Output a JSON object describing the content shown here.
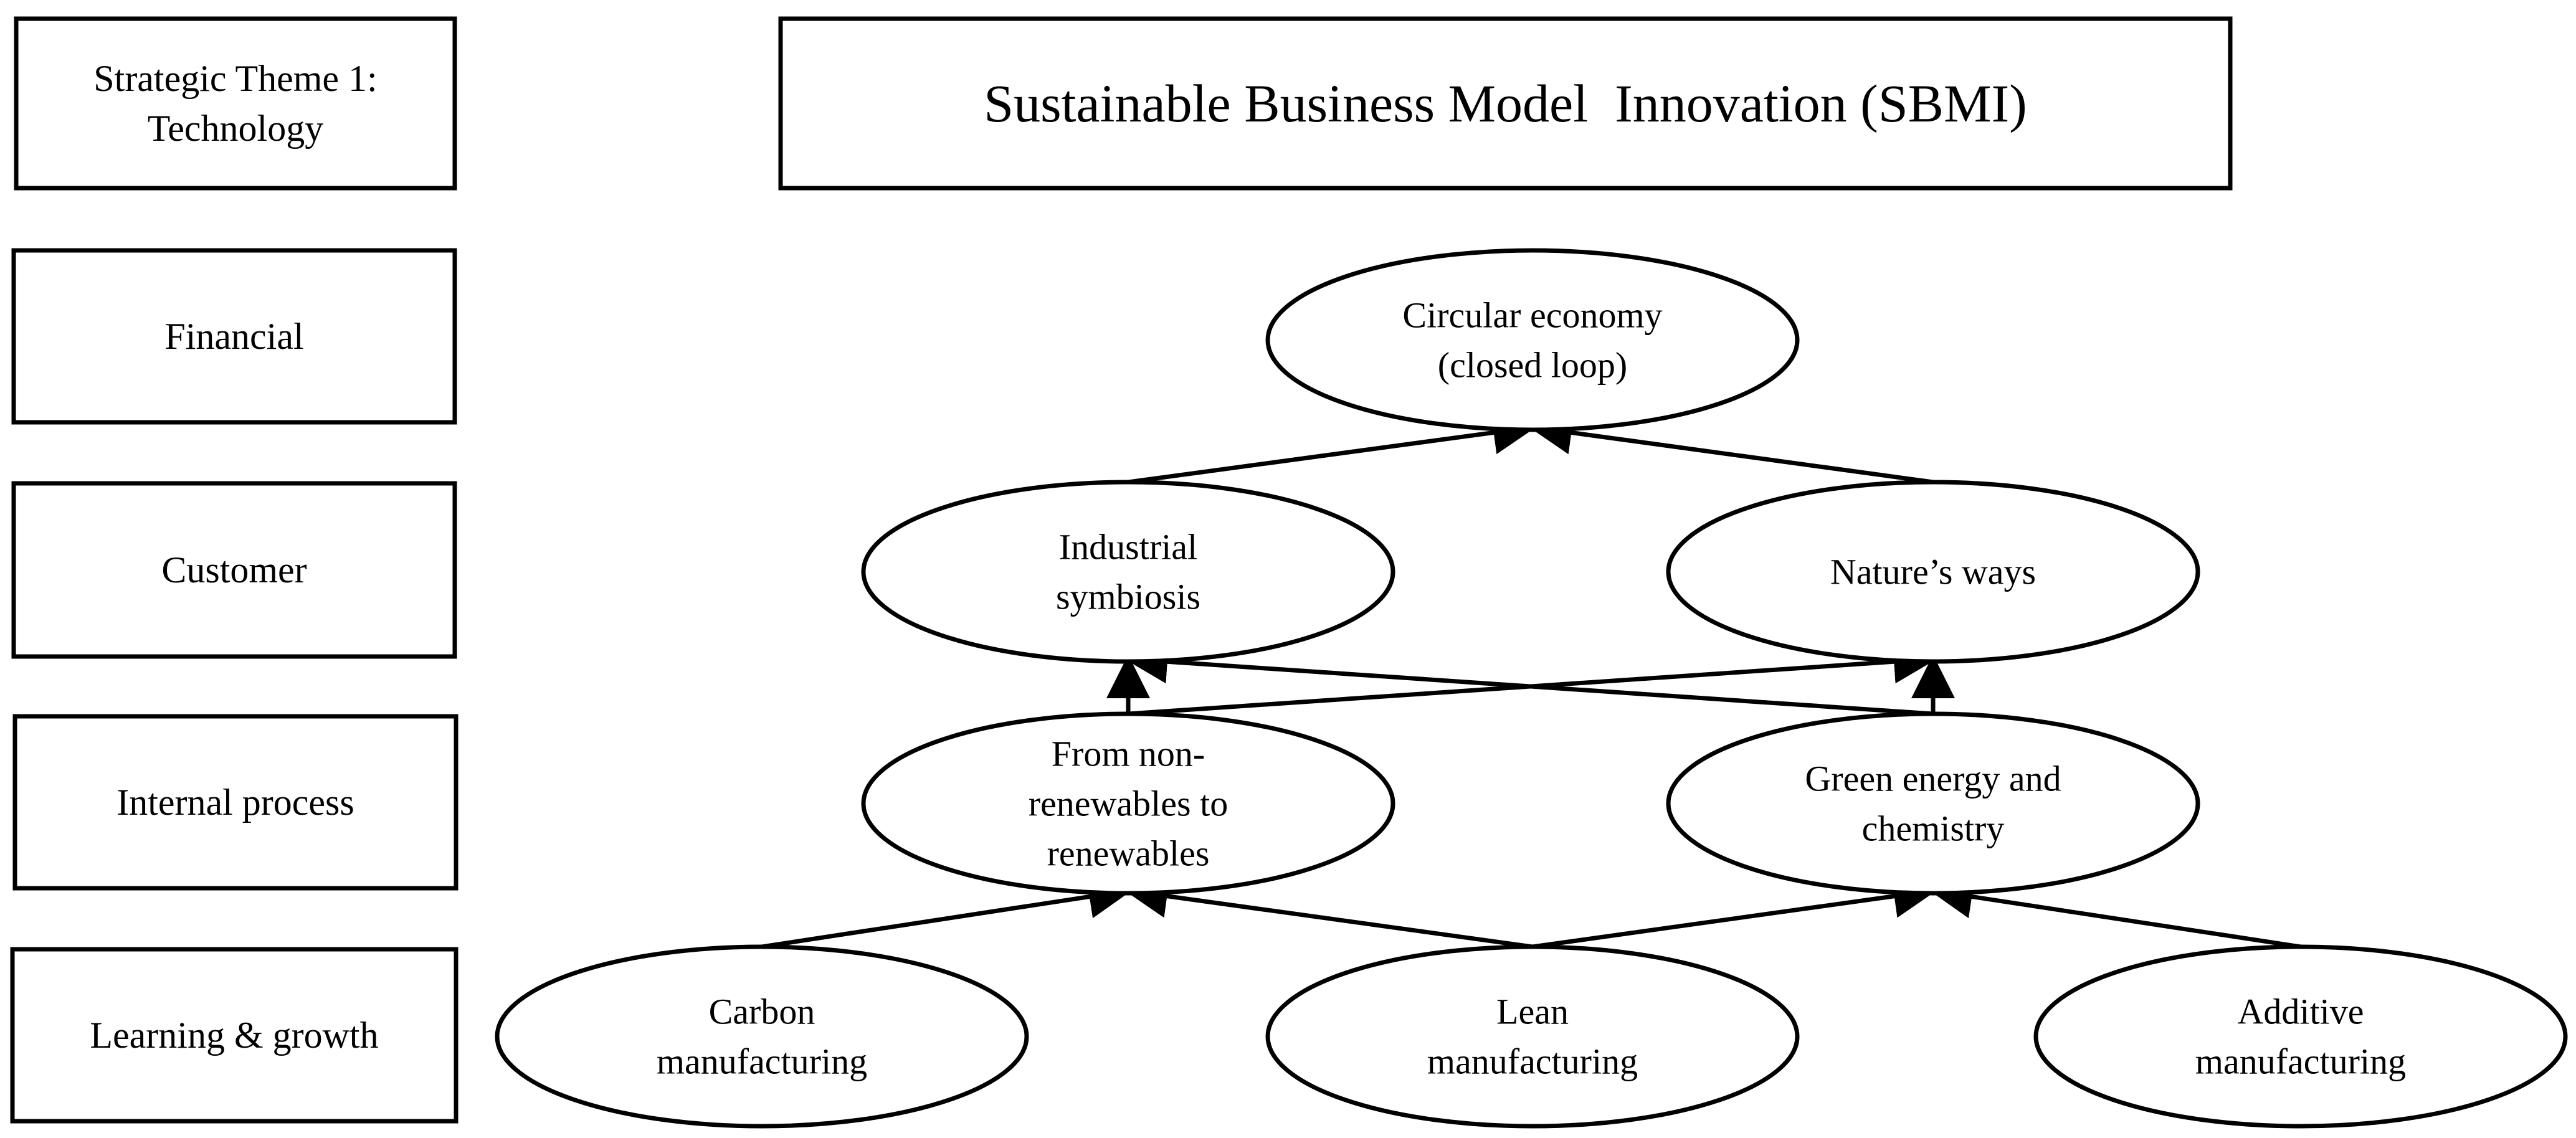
{
  "perspectives": [
    {
      "id": "theme",
      "lines": [
        "Strategic Theme 1:",
        "Technology"
      ]
    },
    {
      "id": "financial",
      "lines": [
        "Financial"
      ]
    },
    {
      "id": "customer",
      "lines": [
        "Customer"
      ]
    },
    {
      "id": "internal",
      "lines": [
        "Internal process"
      ]
    },
    {
      "id": "learning",
      "lines": [
        "Learning & growth"
      ]
    }
  ],
  "title": "Sustainable Business Model  Innovation (SBMI)",
  "nodes": [
    {
      "id": "circular",
      "lines": [
        "Circular economy",
        "(closed loop)"
      ]
    },
    {
      "id": "symbiosis",
      "lines": [
        "Industrial",
        "symbiosis"
      ]
    },
    {
      "id": "nature",
      "lines": [
        "Nature’s ways"
      ]
    },
    {
      "id": "renewables",
      "lines": [
        "From non-",
        "renewables to",
        "renewables"
      ]
    },
    {
      "id": "green",
      "lines": [
        "Green energy and",
        "chemistry"
      ]
    },
    {
      "id": "carbon",
      "lines": [
        "Carbon",
        "manufacturing"
      ]
    },
    {
      "id": "lean",
      "lines": [
        "Lean",
        "manufacturing"
      ]
    },
    {
      "id": "additive",
      "lines": [
        "Additive",
        "manufacturing"
      ]
    }
  ],
  "edges": [
    {
      "from": "carbon",
      "to": "renewables"
    },
    {
      "from": "lean",
      "to": "renewables"
    },
    {
      "from": "lean",
      "to": "green"
    },
    {
      "from": "additive",
      "to": "green"
    },
    {
      "from": "renewables",
      "to": "symbiosis"
    },
    {
      "from": "renewables",
      "to": "nature"
    },
    {
      "from": "green",
      "to": "symbiosis"
    },
    {
      "from": "green",
      "to": "nature"
    },
    {
      "from": "symbiosis",
      "to": "circular"
    },
    {
      "from": "nature",
      "to": "circular"
    }
  ]
}
